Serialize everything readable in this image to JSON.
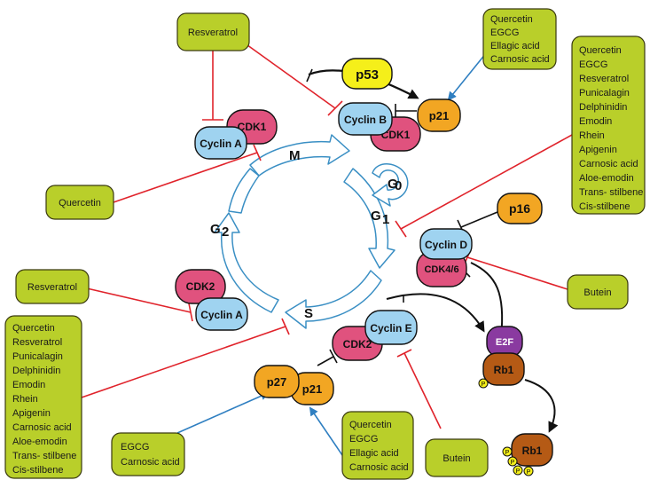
{
  "phases": {
    "m": "M",
    "g1": "G",
    "g1_sub": "1",
    "g0": "G",
    "g0_sub": "0",
    "g2": "G",
    "g2_sub": "2",
    "s": "S"
  },
  "nodes": {
    "p53": "p53",
    "p21_top": "p21",
    "cyclin_b": "Cyclin B",
    "cdk1_b": "CDK1",
    "cdk1_a": "CDK1",
    "cyclin_a_top": "Cyclin A",
    "p16": "p16",
    "cyclin_d": "Cyclin D",
    "cdk46": "CDK4/6",
    "cdk2_a": "CDK2",
    "cyclin_a_bottom": "Cyclin A",
    "cyclin_e": "Cyclin E",
    "cdk2_e": "CDK2",
    "p27": "p27",
    "p21_bottom": "p21",
    "e2f": "E2F",
    "rb1": "Rb1",
    "rb1_p": "Rb1",
    "p": "P"
  },
  "boxes": {
    "resveratrol_top": [
      "Resveratrol"
    ],
    "top_right_small": [
      "Quercetin",
      "EGCG",
      "Ellagic acid",
      "Carnosic acid"
    ],
    "right_big": [
      "Quercetin",
      "EGCG",
      "Resveratrol",
      "Punicalagin",
      "Delphinidin",
      "Emodin",
      "Rhein",
      "Apigenin",
      "Carnosic acid",
      "Aloe-emodin",
      "Trans- stilbene",
      "Cis-stilbene"
    ],
    "quercetin_left": [
      "Quercetin"
    ],
    "resveratrol_left": [
      "Resveratrol"
    ],
    "left_big": [
      "Quercetin",
      "Resveratrol",
      "Punicalagin",
      "Delphinidin",
      "Emodin",
      "Rhein",
      "Apigenin",
      "Carnosic acid",
      "Aloe-emodin",
      "Trans- stilbene",
      "Cis-stilbene"
    ],
    "butein_right": [
      "Butein"
    ],
    "egcg_bottom": [
      "EGCG",
      "Carnosic acid"
    ],
    "bottom_mid": [
      "Quercetin",
      "EGCG",
      "Ellagic acid",
      "Carnosic acid"
    ],
    "butein_bottom": [
      "Butein"
    ]
  },
  "colors": {
    "box": "#b9cf2a",
    "cyclin": "#9fd3f0",
    "cdk": "#e0527e",
    "p53": "#f5ef1a",
    "inhibitor": "#f2a623",
    "e2f": "#8a3aa0",
    "rb1": "#b55a15",
    "red_line": "#e0232b",
    "blue_arrow": "#2f7fc1",
    "cycle_outline": "#3a8fc4"
  }
}
